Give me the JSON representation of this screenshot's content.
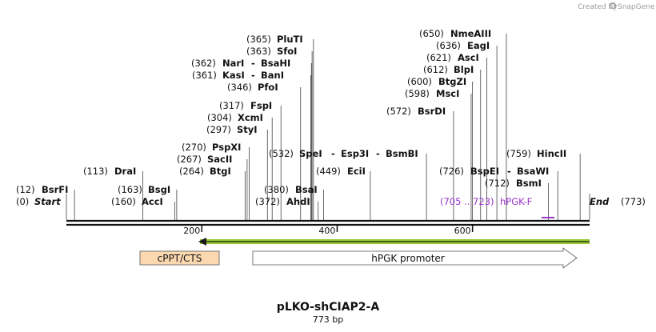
{
  "map": {
    "name": "pLKO-shCIAP2-A",
    "length_text": "773 bp",
    "length": 773,
    "brand": {
      "prefix": "Created by",
      "name": "SnapGene"
    },
    "start_label": "Start",
    "start_pos": "(0)",
    "end_label": "End",
    "end_pos": "(773)"
  },
  "ticks": [
    {
      "pos": 200,
      "label": "200"
    },
    {
      "pos": 400,
      "label": "400"
    },
    {
      "pos": 600,
      "label": "600"
    }
  ],
  "sites": [
    {
      "pos": 12,
      "pos_text": "(12)",
      "name": "BsrFI"
    },
    {
      "pos": 113,
      "pos_text": "(113)",
      "name": "DraI"
    },
    {
      "pos": 163,
      "pos_text": "(163)",
      "name": "BsgI"
    },
    {
      "pos": 160,
      "pos_text": "(160)",
      "name": "AccI"
    },
    {
      "pos": 264,
      "pos_text": "(264)",
      "name": "BtgI"
    },
    {
      "pos": 267,
      "pos_text": "(267)",
      "name": "SacII"
    },
    {
      "pos": 270,
      "pos_text": "(270)",
      "name": "PspXI"
    },
    {
      "pos": 297,
      "pos_text": "(297)",
      "name": "StyI"
    },
    {
      "pos": 304,
      "pos_text": "(304)",
      "name": "XcmI"
    },
    {
      "pos": 317,
      "pos_text": "(317)",
      "name": "FspI"
    },
    {
      "pos": 346,
      "pos_text": "(346)",
      "name": "PfoI"
    },
    {
      "pos": 361,
      "pos_text": "(361)",
      "name": "KasI",
      "alias": "BanI"
    },
    {
      "pos": 362,
      "pos_text": "(362)",
      "name": "NarI",
      "alias": "BsaHI"
    },
    {
      "pos": 363,
      "pos_text": "(363)",
      "name": "SfoI"
    },
    {
      "pos": 365,
      "pos_text": "(365)",
      "name": "PluTI"
    },
    {
      "pos": 372,
      "pos_text": "(372)",
      "name": "AhdI"
    },
    {
      "pos": 380,
      "pos_text": "(380)",
      "name": "BsaI"
    },
    {
      "pos": 532,
      "pos_text": "(532)",
      "name": "SpeI",
      "alias": "Esp3I",
      "alias2": "BsmBI"
    },
    {
      "pos": 449,
      "pos_text": "(449)",
      "name": "EciI"
    },
    {
      "pos": 572,
      "pos_text": "(572)",
      "name": "BsrDI"
    },
    {
      "pos": 598,
      "pos_text": "(598)",
      "name": "MscI"
    },
    {
      "pos": 600,
      "pos_text": "(600)",
      "name": "BtgZI"
    },
    {
      "pos": 612,
      "pos_text": "(612)",
      "name": "BlpI"
    },
    {
      "pos": 621,
      "pos_text": "(621)",
      "name": "AscI"
    },
    {
      "pos": 636,
      "pos_text": "(636)",
      "name": "EagI"
    },
    {
      "pos": 650,
      "pos_text": "(650)",
      "name": "NmeAIII"
    },
    {
      "pos": 726,
      "pos_text": "(726)",
      "name": "BspEI",
      "alias": "BsaWI"
    },
    {
      "pos": 712,
      "pos_text": "(712)",
      "name": "BsmI"
    },
    {
      "pos": 759,
      "pos_text": "(759)",
      "name": "HincII"
    }
  ],
  "primer": {
    "range_text": "(705 .. 723)",
    "name": "hPGK-F",
    "start": 705,
    "end": 723
  },
  "features": [
    {
      "name": "cPPT/CTS",
      "start": 108,
      "end": 226,
      "color": "#fbd8b0",
      "shape": "box"
    },
    {
      "name": "hPGK promoter",
      "start": 275,
      "end": 773,
      "color": "#ffffff",
      "shape": "arrow"
    }
  ],
  "insert": {
    "start": 195,
    "end": 773,
    "color": "#99cc33"
  },
  "colors": {
    "primer": "#9933cc",
    "line": "#111111",
    "feature_border": "#555555"
  }
}
